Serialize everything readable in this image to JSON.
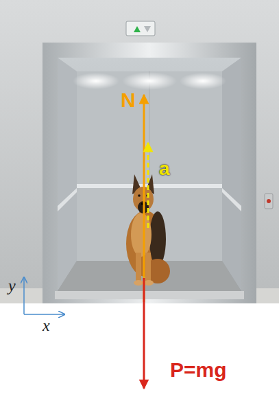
{
  "diagram": {
    "labels": [
      "N",
      "a",
      "P=mg",
      "y",
      "x"
    ]
  }
}
